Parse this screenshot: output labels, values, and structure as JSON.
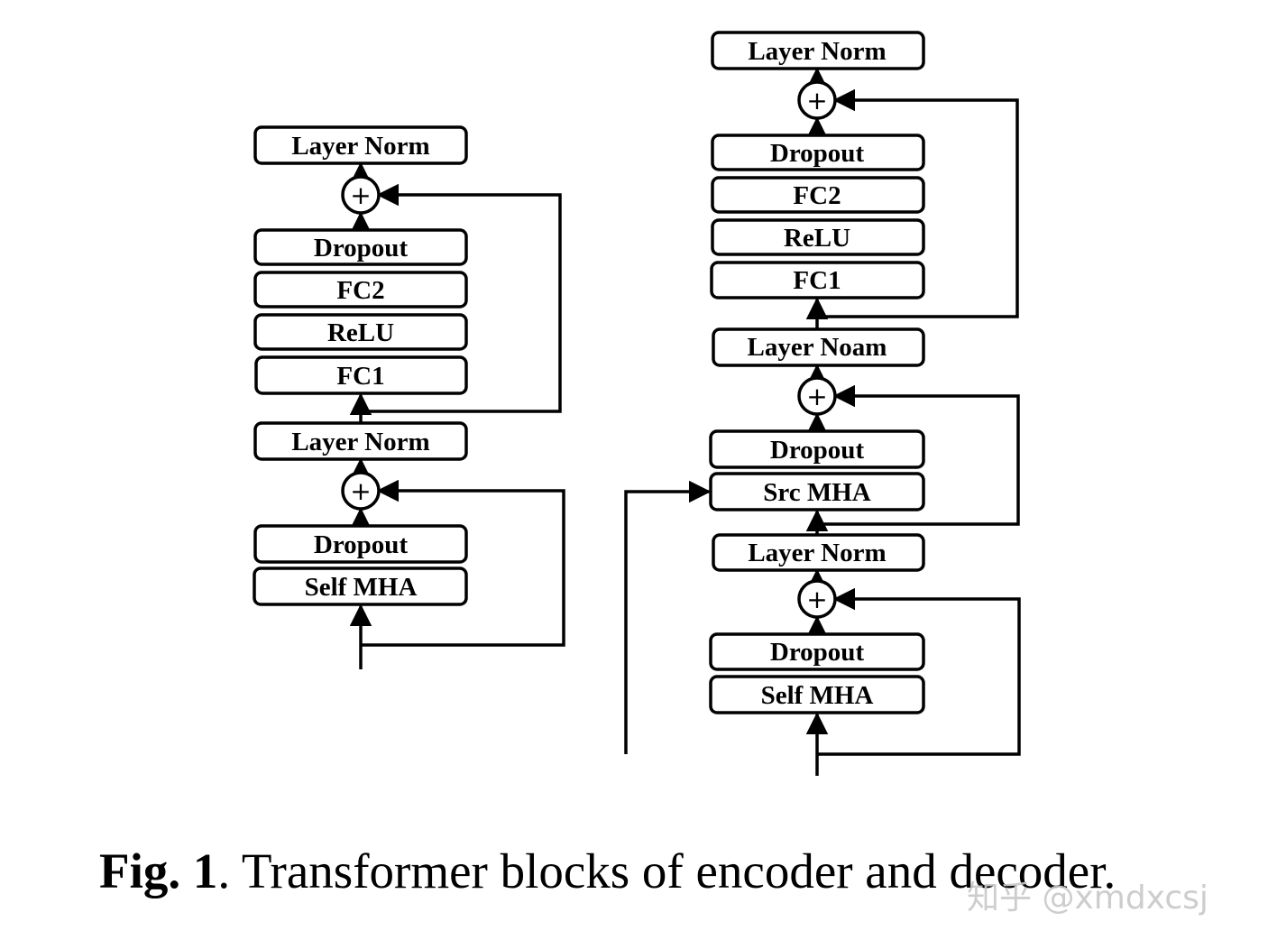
{
  "encoder": {
    "blocks": [
      "Layer Norm",
      "Dropout",
      "FC2",
      "ReLU",
      "FC1",
      "Layer Norm",
      "Dropout",
      "Self MHA"
    ],
    "adders": [
      "+",
      "+"
    ]
  },
  "decoder": {
    "blocks": [
      "Layer Norm",
      "Dropout",
      "FC2",
      "ReLU",
      "FC1",
      "Layer Noam",
      "Dropout",
      "Src MHA",
      "Layer Norm",
      "Dropout",
      "Self MHA"
    ],
    "adders": [
      "+",
      "+",
      "+"
    ]
  },
  "caption": {
    "label": "Fig. 1",
    "text": ". Transformer blocks of encoder and decoder."
  },
  "watermark": "知乎 @xmdxcsj"
}
